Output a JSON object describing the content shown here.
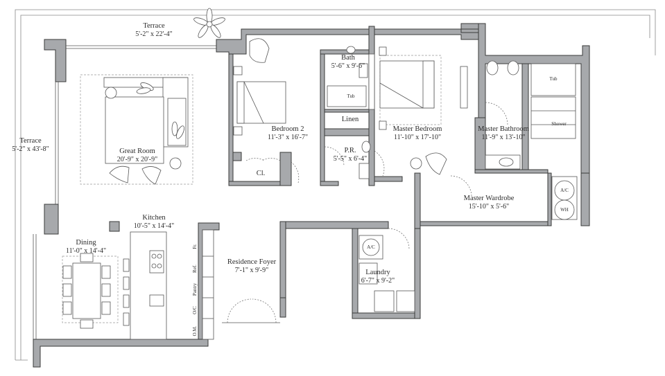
{
  "rooms": {
    "terrace_top": {
      "name": "Terrace",
      "dim": "5'-2\" x 22'-4\""
    },
    "terrace_left": {
      "name": "Terrace",
      "dim": "5'-2\" x 43'-8\""
    },
    "great_room": {
      "name": "Great Room",
      "dim": "20'-9\" x 20'-9\""
    },
    "kitchen": {
      "name": "Kitchen",
      "dim": "10'-5\" x 14'-4\""
    },
    "dining": {
      "name": "Dining",
      "dim": "11'-0\" x 14'-4\""
    },
    "bedroom2": {
      "name": "Bedroom 2",
      "dim": "11'-3\" x 16'-7\""
    },
    "bath": {
      "name": "Bath",
      "dim": "5'-6\" x 9'-6\""
    },
    "linen": {
      "name": "Linen"
    },
    "pr": {
      "name": "P.R.",
      "dim": "5'-5\" x 6'-4\""
    },
    "closet": {
      "name": "Cl."
    },
    "master_bedroom": {
      "name": "Master Bedroom",
      "dim": "11'-10\" x 17'-10\""
    },
    "master_bathroom": {
      "name": "Master Bathroom",
      "dim": "11'-9\" x 13'-10\""
    },
    "master_wardrobe": {
      "name": "Master Wardrobe",
      "dim": "15'-10\" x 5'-6\""
    },
    "residence_foyer": {
      "name": "Residence Foyer",
      "dim": "7'-1\" x 9'-9\""
    },
    "laundry": {
      "name": "Laundry",
      "dim": "6'-7\" x 9'-2\""
    }
  },
  "fixtures": {
    "tub1": "Tub",
    "tub2": "Tub",
    "shower": "Shower",
    "ac1": "A/C",
    "ac2": "A/C",
    "wh": "WH",
    "fr": "Fr.",
    "ref": "Ref.",
    "pantry": "Pantry",
    "oc": "O/C",
    "om": "O.M."
  }
}
